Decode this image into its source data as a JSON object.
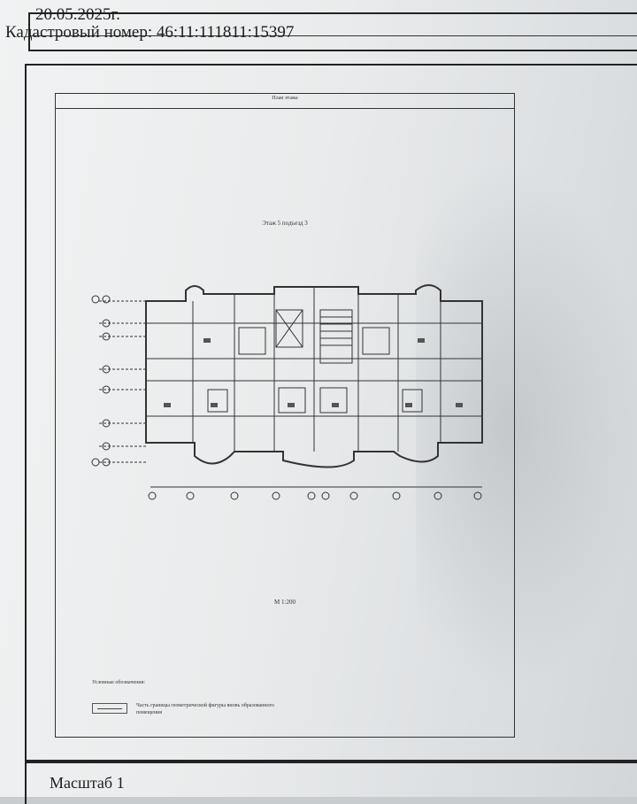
{
  "header": {
    "date": "20.05.2025г.",
    "cadastral": "Кадастровый номер: 46:11:111811:15397"
  },
  "sheet": {
    "title": "План этажа",
    "floor": "Этаж 5 подъезд 3",
    "scale": "М 1:200"
  },
  "legend": {
    "title": "Условные обозначения:",
    "description": "Часть границы геометрической фигуры вновь образованного помещения"
  },
  "footer": {
    "scale": "Масштаб 1"
  }
}
